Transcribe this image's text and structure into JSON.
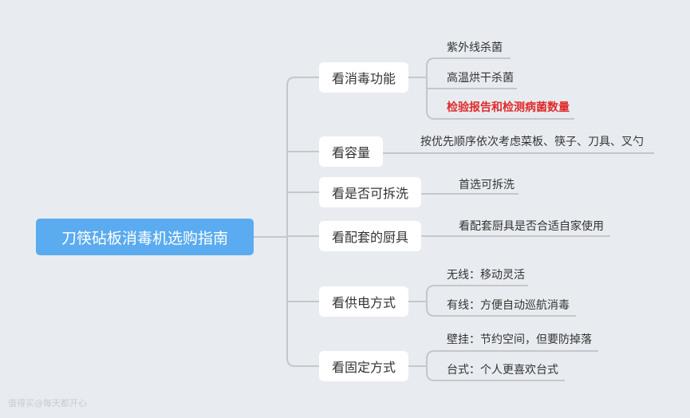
{
  "root": {
    "label": "刀筷砧板消毒机选购指南"
  },
  "branches": [
    {
      "label": "看消毒功能",
      "leaves": [
        "紫外线杀菌",
        "高温烘干杀菌",
        "检验报告和检测病菌数量"
      ]
    },
    {
      "label": "看容量",
      "leaves": [
        "按优先顺序依次考虑菜板、筷子、刀具、叉勺"
      ]
    },
    {
      "label": "看是否可拆洗",
      "leaves": [
        "首选可拆洗"
      ]
    },
    {
      "label": "看配套的厨具",
      "leaves": [
        "看配套厨具是否合适自家使用"
      ]
    },
    {
      "label": "看供电方式",
      "leaves": [
        "无线：移动灵活",
        "有线：方便自动巡航消毒"
      ]
    },
    {
      "label": "看固定方式",
      "leaves": [
        "壁挂：节约空间，但要防掉落",
        "台式：个人更喜欢台式"
      ]
    }
  ],
  "highlight_color": "#e02a2a",
  "root_color": "#5aabf0",
  "watermark": "值得买@每天都开心"
}
